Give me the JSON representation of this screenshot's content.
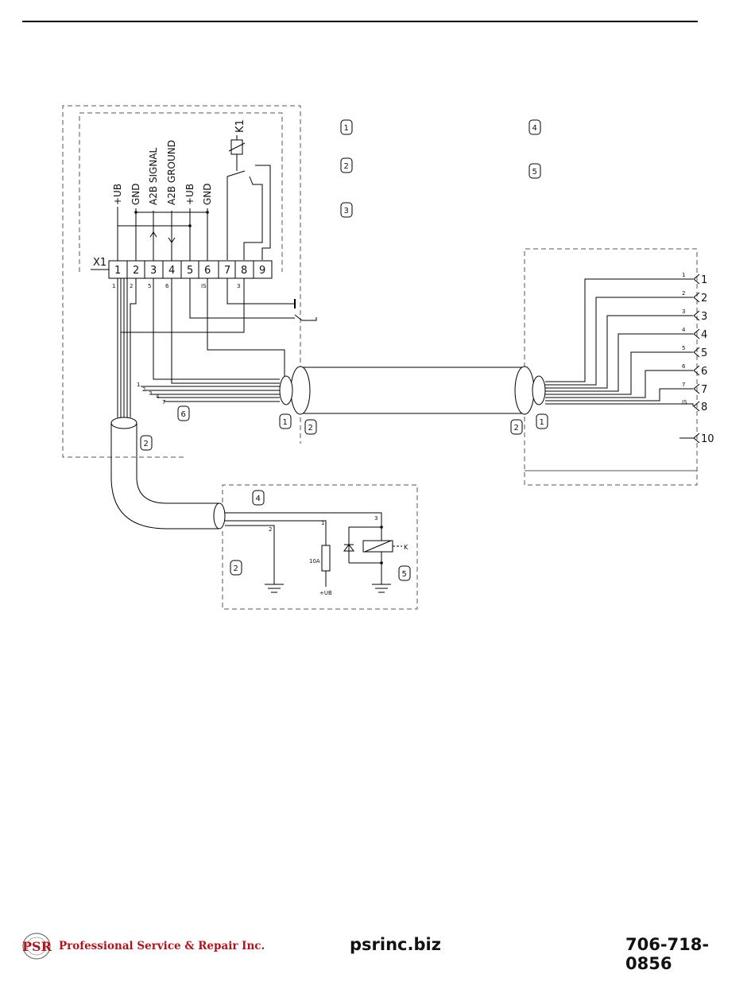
{
  "schematic": {
    "connector_label": "X1",
    "relay_label": "K1",
    "pin_numbers": [
      "1",
      "2",
      "3",
      "4",
      "5",
      "6",
      "7",
      "8",
      "9"
    ],
    "pin_function_labels": [
      "+UB",
      "GND",
      "A2B SIGNAL",
      "A2B GROUND",
      "+UB",
      "GND"
    ],
    "wire_numbers_below_connector": [
      "1",
      "2",
      "5",
      "6",
      "IS",
      "3"
    ],
    "bundle_wire_labels": [
      "1",
      "2",
      "3",
      "4",
      "7"
    ],
    "right_wire_labels": [
      "1",
      "2",
      "3",
      "4",
      "5",
      "6",
      "7",
      "IS"
    ],
    "right_terminals": [
      "1",
      "2",
      "3",
      "4",
      "5",
      "6",
      "7",
      "8",
      "10"
    ],
    "legend_callouts": [
      "1",
      "2",
      "3",
      "4",
      "5"
    ],
    "callout_numbers": {
      "one": "1",
      "two": "2",
      "three": "3",
      "four": "4",
      "five": "5",
      "six": "6"
    },
    "lower_box": {
      "wire_1": "1",
      "wire_2": "2",
      "wire_3": "3",
      "fuse": "10A",
      "supply": "+UB",
      "relay_contact": "K"
    }
  },
  "footer": {
    "logo_text": "PSR",
    "company": "Professional Service & Repair Inc.",
    "website": "psrinc.biz",
    "phone": "706-718-0856"
  }
}
